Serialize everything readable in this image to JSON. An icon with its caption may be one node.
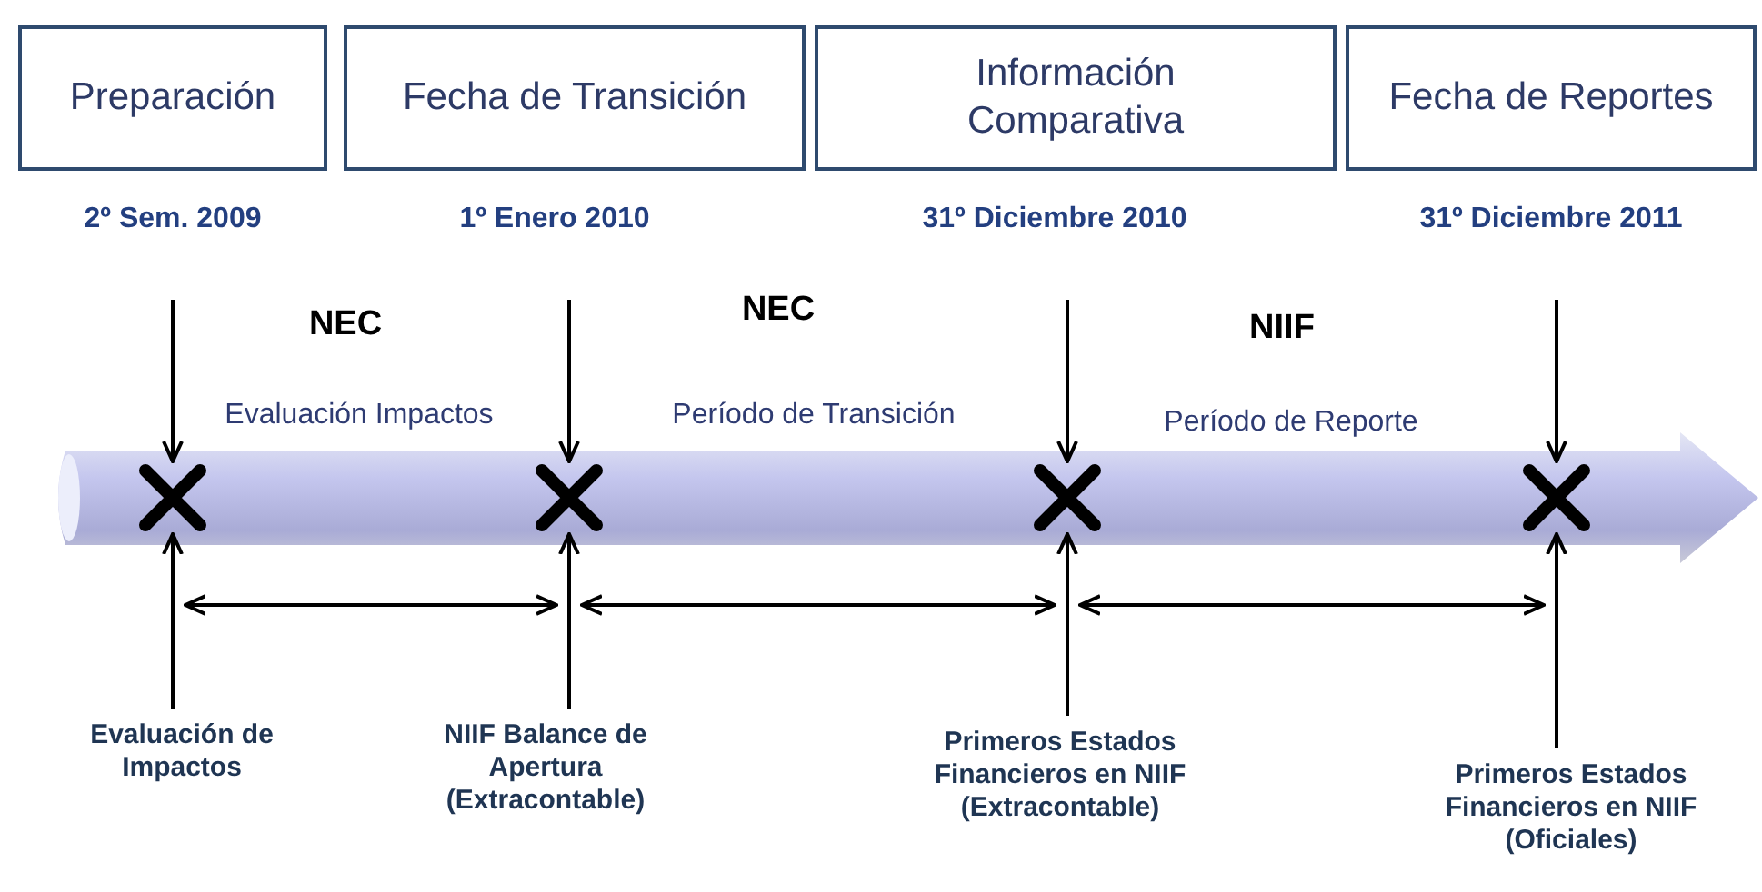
{
  "diagram": {
    "nodes": [
      {
        "text": [
          "Preparación"
        ],
        "beside": [
          "2º Sem. 2009"
        ]
      },
      {
        "text": [
          "Fecha de Transición"
        ],
        "beside": [
          "1º Enero 2010"
        ]
      },
      {
        "text": [
          "Información Comparativa"
        ],
        "beside": [
          "31º Diciembre 2010"
        ]
      },
      {
        "text": [
          "Fecha de Reportes"
        ],
        "beside": [
          "31º Diciembre 2011"
        ]
      },
      {
        "text": [],
        "shape": "bar"
      },
      {
        "text": [],
        "shape": "cross",
        "in": 4
      },
      {
        "text": [],
        "shape": "cross",
        "in": 4
      },
      {
        "text": [],
        "shape": "cross",
        "in": 4
      },
      {
        "text": [],
        "shape": "cross",
        "in": 4
      },
      {
        "text": [
          "Evaluación de Impactos"
        ]
      },
      {
        "text": [
          "NIIF Balance de Apertura (Extracontable)"
        ]
      },
      {
        "text": [
          "Primeros Estados Financieros en NIIF (Extracontable)"
        ]
      },
      {
        "text": [
          "Primeros Estados Financieros en NIIF (Oficiales)"
        ]
      }
    ],
    "edges": [
      {
        "from": null,
        "to": 5,
        "arrow": "to"
      },
      {
        "from": null,
        "to": 6,
        "arrow": "to"
      },
      {
        "from": null,
        "to": 7,
        "arrow": "to"
      },
      {
        "from": null,
        "to": 8,
        "arrow": "to"
      },
      {
        "from": 9,
        "to": 5,
        "arrow": "to"
      },
      {
        "from": 10,
        "to": 6,
        "arrow": "to"
      },
      {
        "from": 11,
        "to": 7,
        "arrow": "to"
      },
      {
        "from": 12,
        "to": 8,
        "arrow": "to"
      },
      {
        "from": 5,
        "to": 6,
        "arrow": "both"
      },
      {
        "from": 6,
        "to": 7,
        "arrow": "both"
      },
      {
        "from": 7,
        "to": 8,
        "arrow": "both"
      }
    ],
    "labels": [
      "NEC",
      "NEC",
      "NIIF",
      "Evaluación Impactos",
      "Período de Transición",
      "Período de Reporte"
    ]
  }
}
